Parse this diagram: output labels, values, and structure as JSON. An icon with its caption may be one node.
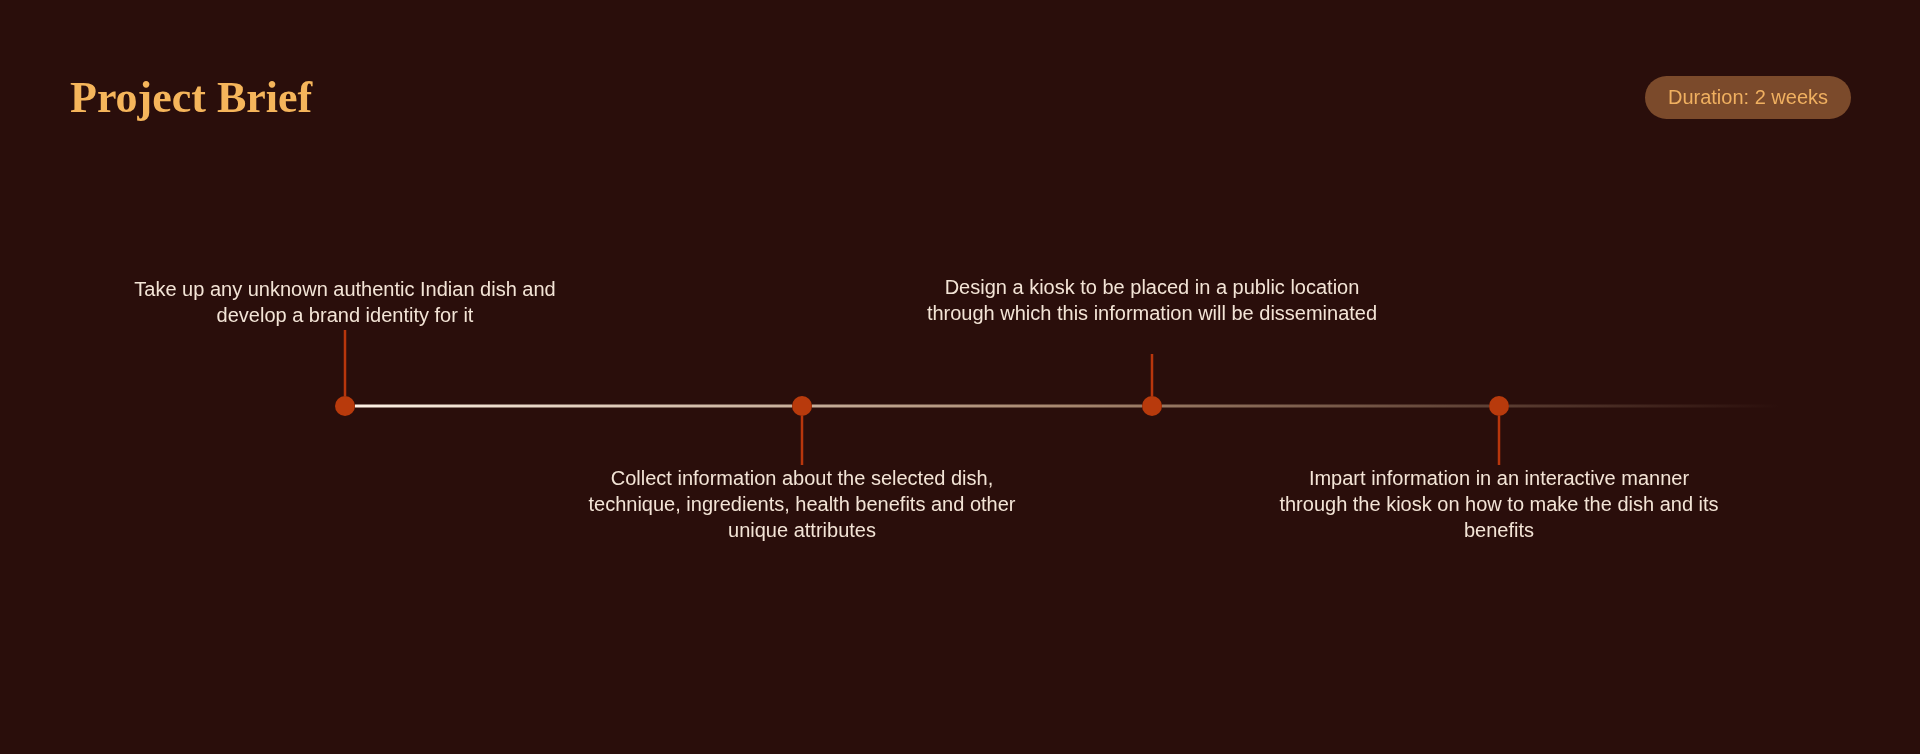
{
  "diagram": {
    "title": "Project Brief",
    "nodes": [
      {
        "text": [
          "Duration: 2 weeks"
        ]
      },
      {
        "text": [
          "Take up any unknown authentic Indian dish and develop a brand identity for it"
        ]
      },
      {
        "text": [
          "Collect information about the selected dish, technique, ingredients, health benefits and other unique attributes"
        ]
      },
      {
        "text": [
          "Design a kiosk to be placed in a public location through which this information will be disseminated"
        ]
      },
      {
        "text": [
          "Impart information in an interactive manner through the kiosk on how to make the dish and its benefits"
        ]
      },
      {
        "text": [],
        "shape": "circle"
      },
      {
        "text": [],
        "shape": "circle"
      },
      {
        "text": [],
        "shape": "circle"
      },
      {
        "text": [],
        "shape": "circle"
      }
    ],
    "edges": [
      {
        "from": 1,
        "to": 5,
        "arrow": "none"
      },
      {
        "from": 2,
        "to": 6,
        "arrow": "none"
      },
      {
        "from": 3,
        "to": 7,
        "arrow": "none"
      },
      {
        "from": 4,
        "to": 8,
        "arrow": "none"
      },
      {
        "from": 5,
        "to": 6,
        "arrow": "none"
      },
      {
        "from": 6,
        "to": 7,
        "arrow": "none"
      },
      {
        "from": 7,
        "to": 8,
        "arrow": "none"
      },
      {
        "from": 8,
        "to": null,
        "arrow": "none"
      }
    ]
  }
}
